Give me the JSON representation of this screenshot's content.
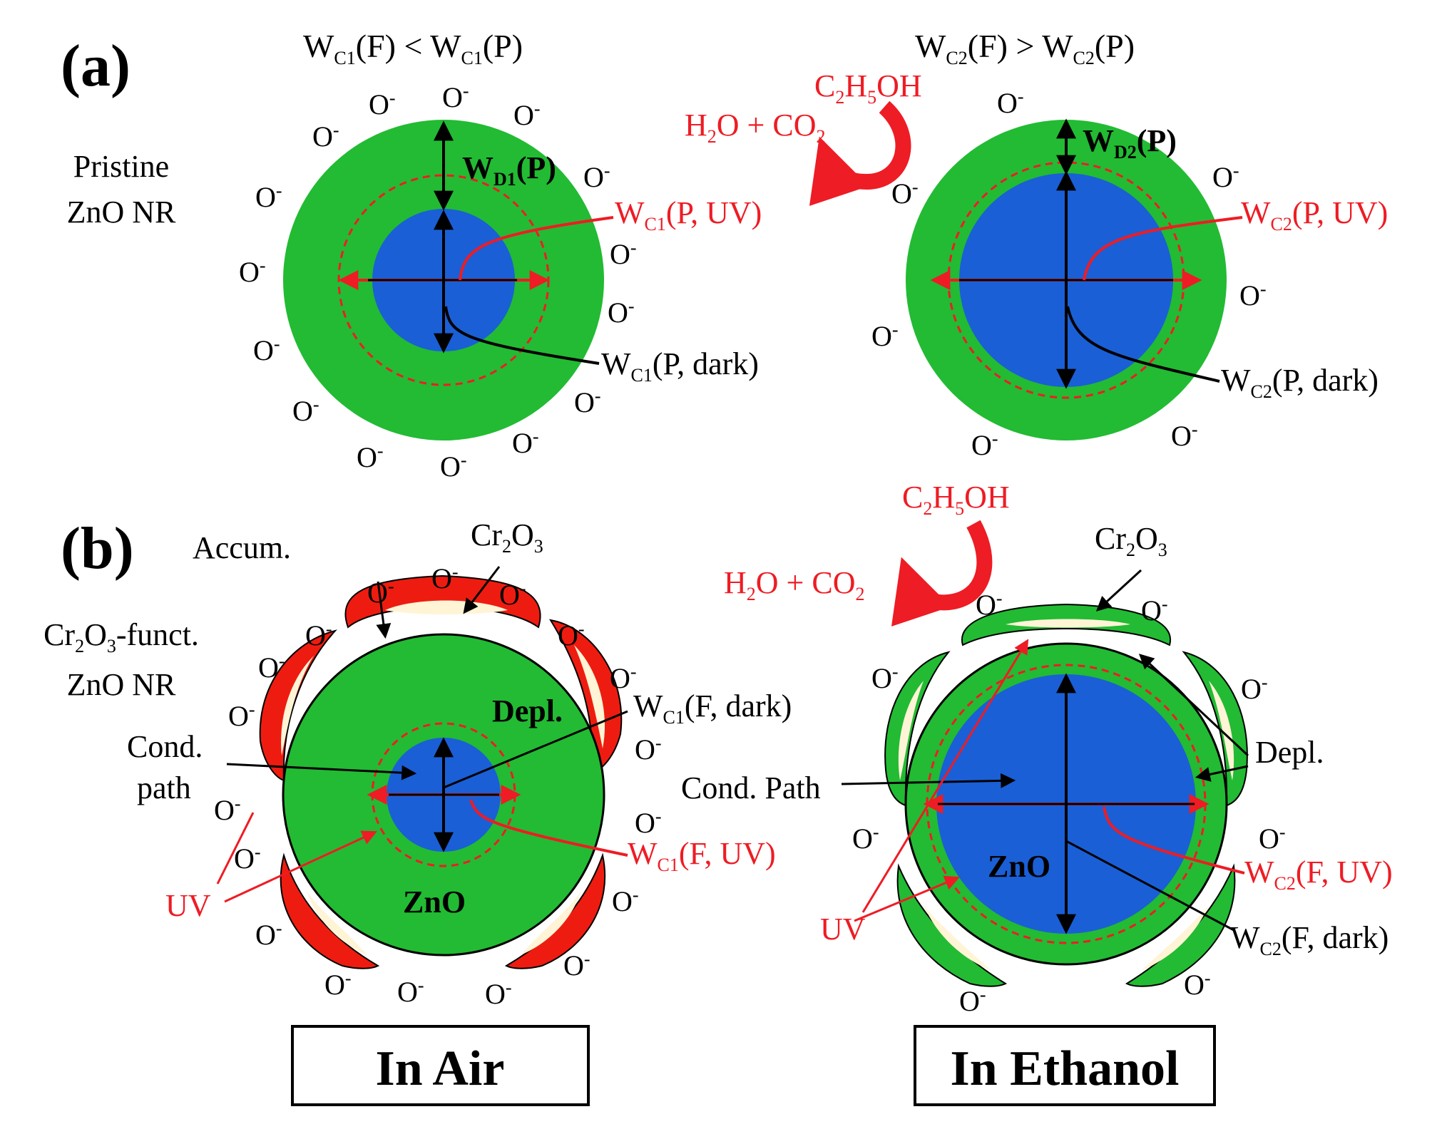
{
  "panels": {
    "a": "(a)",
    "b": "(b)"
  },
  "headers": {
    "left": {
      "w": "W",
      "sub1": "C1",
      "f": "(F) < W",
      "sub2": "C1",
      "p": "(P)"
    },
    "right": {
      "w": "W",
      "sub1": "C2",
      "f": "(F) > W",
      "sub2": "C2",
      "p": "(P)"
    }
  },
  "side_labels": {
    "pristine_1": "Pristine",
    "pristine_2": "ZnO NR",
    "funct_1_a": "Cr",
    "funct_1_s1": "2",
    "funct_1_b": "O",
    "funct_1_s2": "3",
    "funct_1_c": "-funct.",
    "funct_2": "ZnO NR"
  },
  "ion": {
    "symbol": "O",
    "charge": "-"
  },
  "chem": {
    "ethanol_a": "C",
    "ethanol_s1": "2",
    "ethanol_b": "H",
    "ethanol_s2": "5",
    "ethanol_c": "OH",
    "products_a": "H",
    "products_s1": "2",
    "products_b": "O + CO",
    "products_s2": "2",
    "cr_a": "Cr",
    "cr_s1": "2",
    "cr_b": "O",
    "cr_s2": "3"
  },
  "labels_a_left": {
    "wd": "W",
    "wd_sub": "D1",
    "wd_tail": "(P)",
    "wc_uv": "W",
    "wc_uv_sub": "C1",
    "wc_uv_tail": "(P, UV)",
    "wc_dark": "W",
    "wc_dark_sub": "C1",
    "wc_dark_tail": "(P, dark)"
  },
  "labels_a_right": {
    "wd": "W",
    "wd_sub": "D2",
    "wd_tail": "(P)",
    "wc_uv": "W",
    "wc_uv_sub": "C2",
    "wc_uv_tail": "(P, UV)",
    "wc_dark": "W",
    "wc_dark_sub": "C2",
    "wc_dark_tail": "(P, dark)"
  },
  "labels_b_left": {
    "accum": "Accum.",
    "depl": "Depl.",
    "cond_1": "Cond.",
    "cond_2": "path",
    "uv": "UV",
    "zno": "ZnO",
    "wc_dark": "W",
    "wc_dark_sub": "C1",
    "wc_dark_tail": "(F, dark)",
    "wc_uv": "W",
    "wc_uv_sub": "C1",
    "wc_uv_tail": "(F, UV)"
  },
  "labels_b_right": {
    "depl": "Depl.",
    "cond": "Cond. Path",
    "uv": "UV",
    "zno": "ZnO",
    "wc_uv": "W",
    "wc_uv_sub": "C2",
    "wc_uv_tail": "(F, UV)",
    "wc_dark": "W",
    "wc_dark_sub": "C2",
    "wc_dark_tail": "(F, dark)"
  },
  "boxes": {
    "air": "In Air",
    "ethanol": "In Ethanol"
  },
  "colors": {
    "depletion_green": "#22bb33",
    "core_blue": "#1a5fd6",
    "accent_red": "#ee1c24",
    "cr_shell_red": "#ee1c10",
    "cr_inner_cream": "#fff4d6"
  }
}
